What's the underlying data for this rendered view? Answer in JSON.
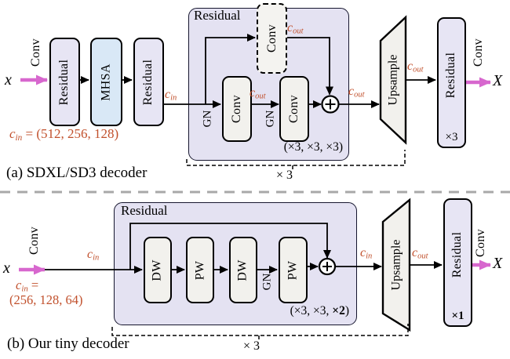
{
  "colors": {
    "lavender_block": "#E7E5F4",
    "container_fill": "#E4E2F2",
    "mhsa_blue": "#D9E8F6",
    "gray_block": "#F2F1ED",
    "pink_arrow": "#D767CE",
    "orange_text": "#C1502C",
    "separator_gray": "#A8A8A8"
  },
  "section_a": {
    "caption": "(a) SDXL/SD3 decoder",
    "input_var": "x",
    "output_var": "X",
    "conv_in": "Conv",
    "conv_out": "Conv",
    "residual1": "Residual",
    "mhsa": "MHSA",
    "residual2": "Residual",
    "formula": {
      "base": "c",
      "sub": "in",
      "rest": " = (512, 256, 128)"
    },
    "cin": {
      "base": "c",
      "sub": "in"
    },
    "cout": {
      "base": "c",
      "sub": "out"
    },
    "group": {
      "title": "Residual",
      "skip_conv": "Conv",
      "gn1": "GN",
      "conv1": "Conv",
      "gn2": "GN",
      "conv2": "Conv",
      "repeats": "(×3, ×3, ×3)"
    },
    "upsample": "Upsample",
    "out_residual": "Residual",
    "out_times": "×3",
    "group_repeat": "× 3"
  },
  "section_b": {
    "caption": "(b) Our tiny decoder",
    "input_var": "x",
    "output_var": "X",
    "conv_in": "Conv",
    "conv_out": "Conv",
    "formula_line1": {
      "base": "c",
      "sub": "in",
      "rest": " ="
    },
    "formula_line2": "(256, 128, 64)",
    "cin": {
      "base": "c",
      "sub": "in"
    },
    "cout": {
      "base": "c",
      "sub": "out"
    },
    "group": {
      "title": "Residual",
      "dw1": "DW",
      "pw1": "PW",
      "dw2": "DW",
      "gn": "GN",
      "pw2": "PW",
      "repeats_prefix": "(×3, ×3, ",
      "repeats_bold": "×2",
      "repeats_suffix": ")"
    },
    "upsample": "Upsample",
    "out_residual": "Residual",
    "out_times": "×1",
    "group_repeat": "× 3"
  }
}
